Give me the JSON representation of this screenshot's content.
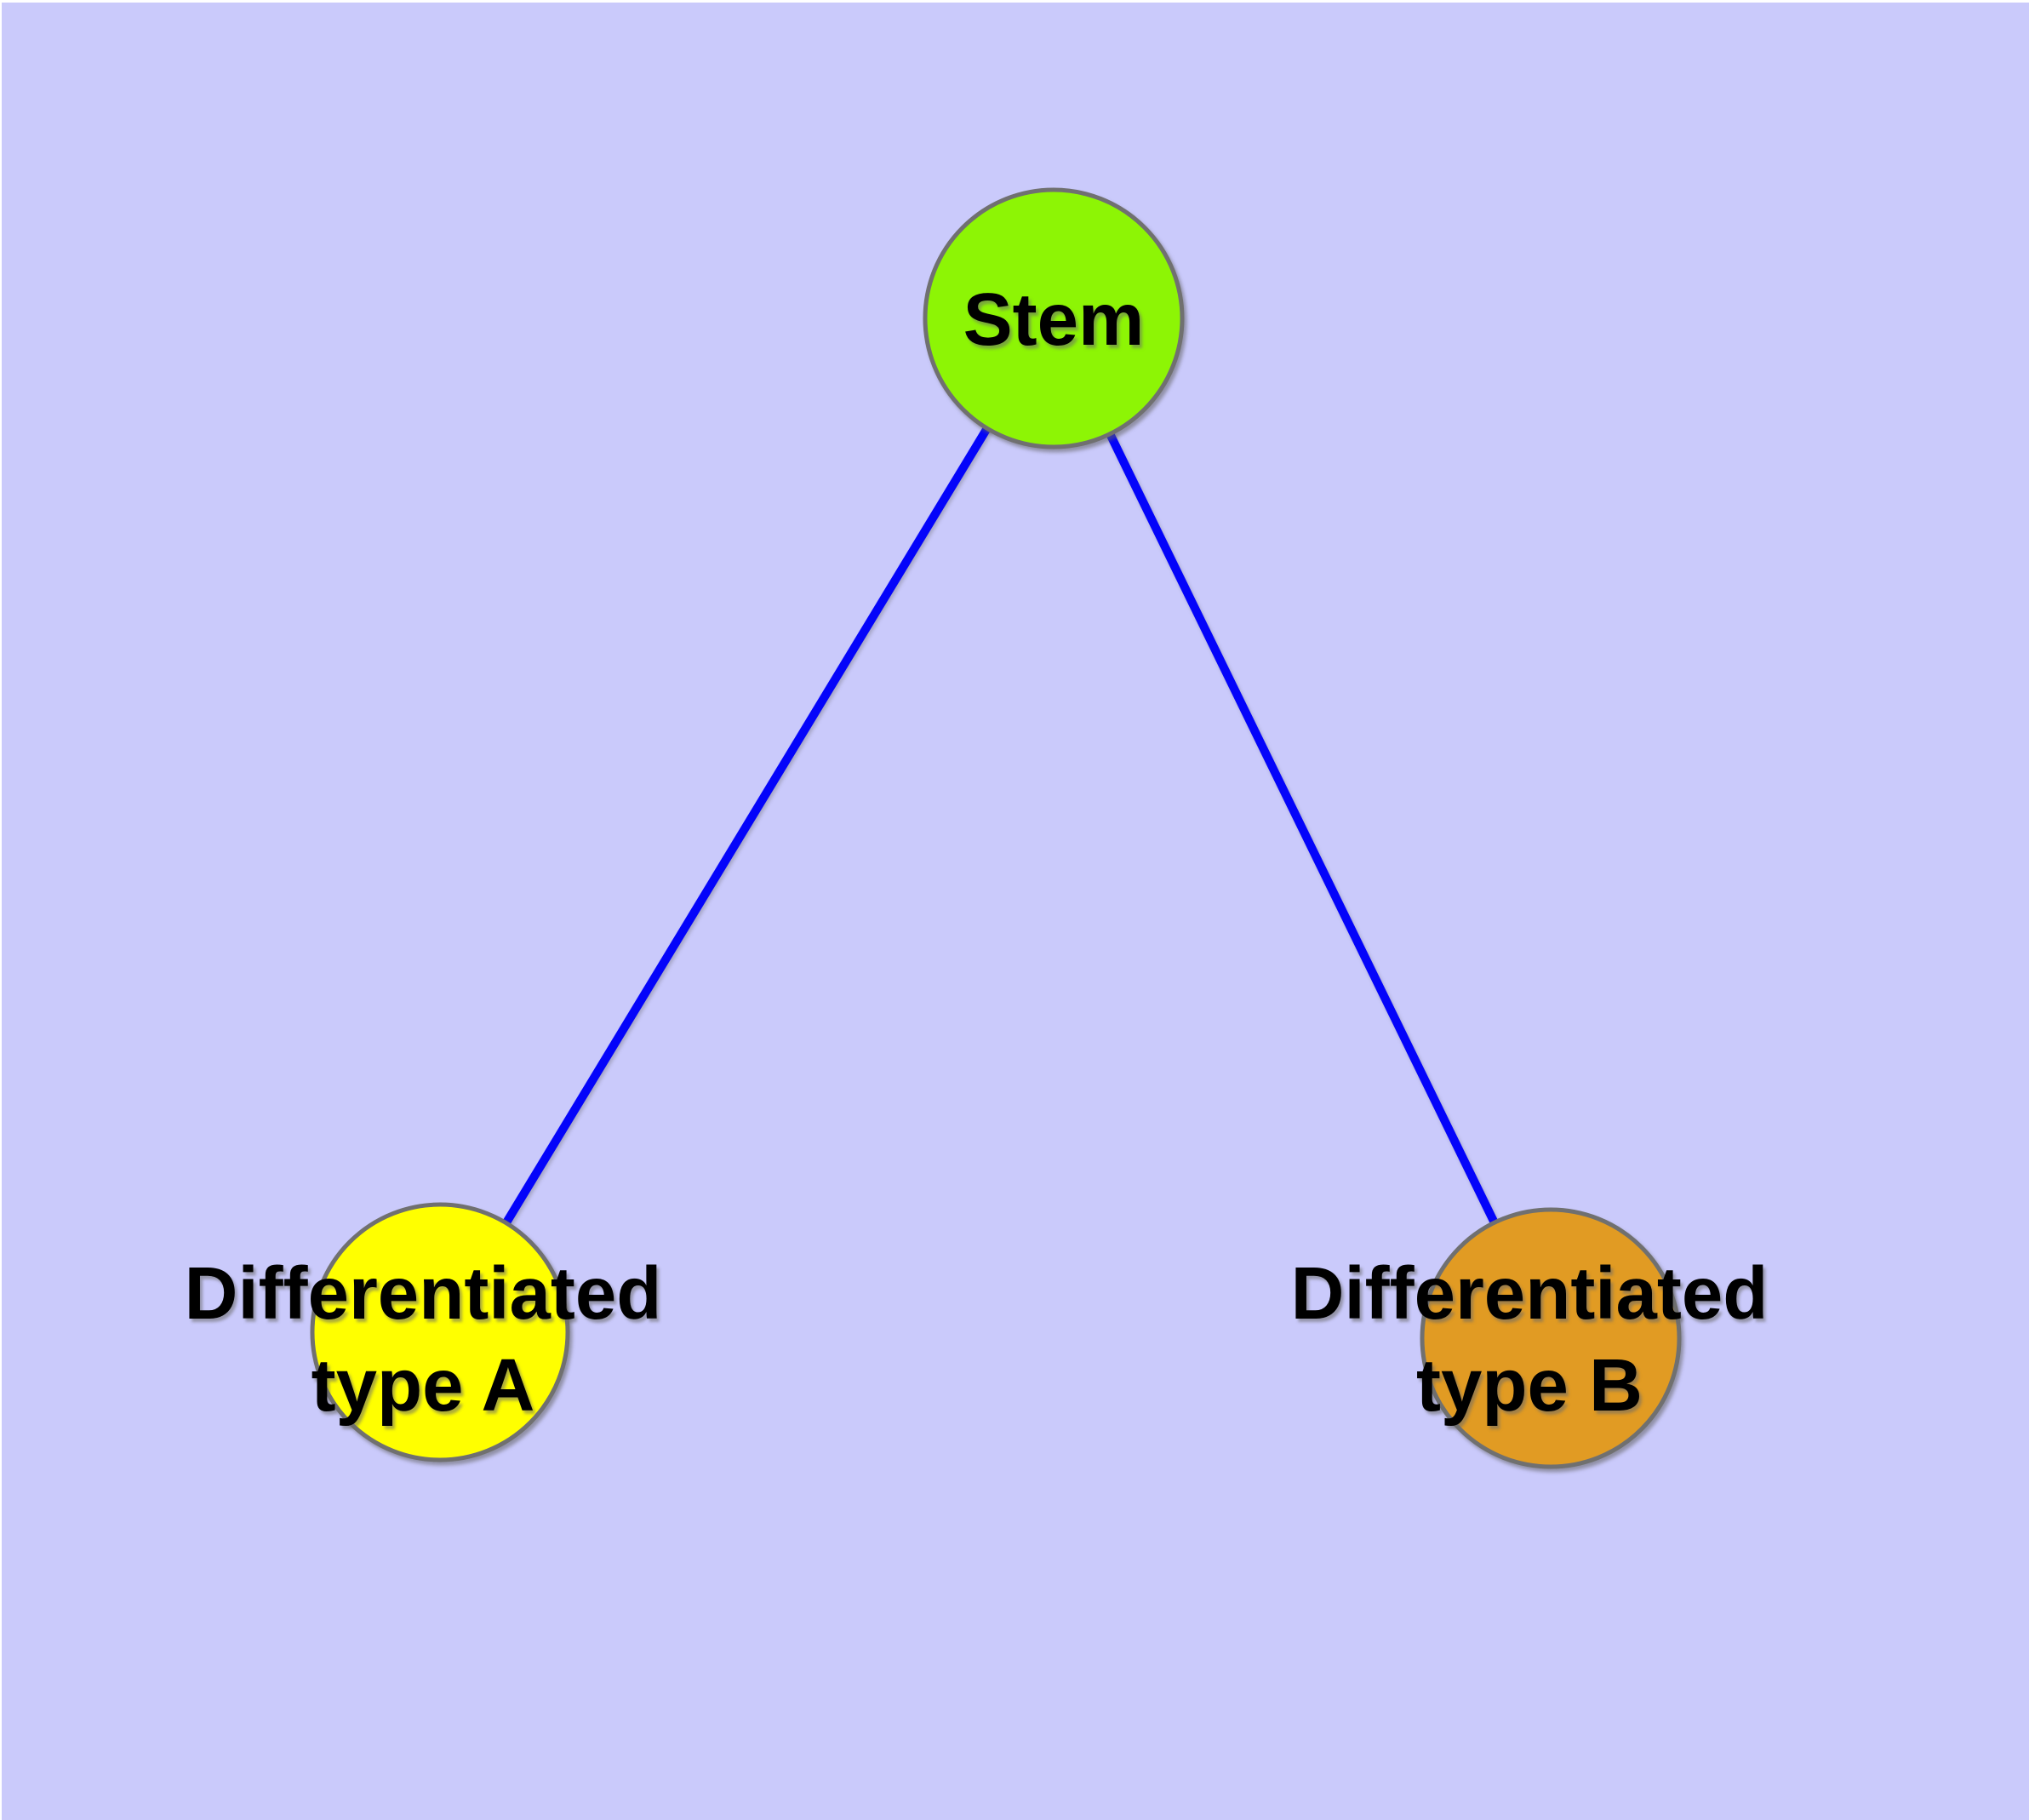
{
  "diagram": {
    "kind": "node-edge-graph",
    "colors": {
      "background": "#CACAFB",
      "page_edge": "#FFFFFF",
      "edge": "#0404FA",
      "node_border": "#707070",
      "label_text": "#000000"
    },
    "nodes": [
      {
        "id": "stem",
        "label": "Stem",
        "fill": "#8DF505"
      },
      {
        "id": "differentiated-type-a",
        "label_line1": "Differentiated",
        "label_line2": "type A",
        "fill": "#FFFF00"
      },
      {
        "id": "differentiated-type-b",
        "label_line1": "Differentiated",
        "label_line2": "type B",
        "fill": "#E19B23"
      }
    ],
    "edges": [
      {
        "from": "Stem",
        "to": "Differentiated type A"
      },
      {
        "from": "Stem",
        "to": "Differentiated type B"
      }
    ]
  }
}
